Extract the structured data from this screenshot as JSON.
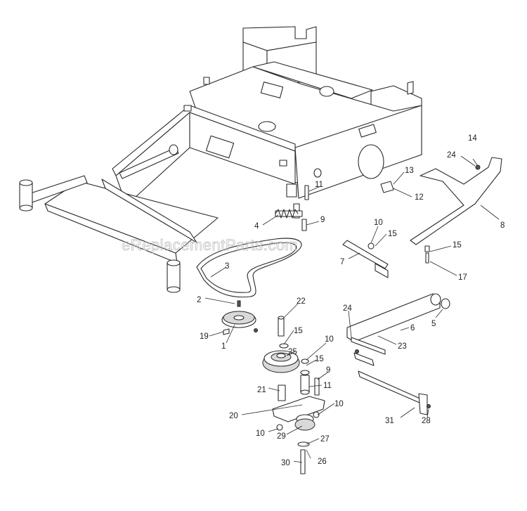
{
  "watermark": "eReplacementParts.com",
  "callouts": [
    "14",
    "24",
    "13",
    "12",
    "11",
    "4",
    "9",
    "8",
    "10",
    "15",
    "7",
    "15",
    "17",
    "3",
    "2",
    "22",
    "15",
    "19",
    "1",
    "24",
    "6",
    "5",
    "23",
    "10",
    "25",
    "15",
    "9",
    "11",
    "21",
    "20",
    "10",
    "10",
    "29",
    "27",
    "30",
    "26",
    "31",
    "28"
  ]
}
